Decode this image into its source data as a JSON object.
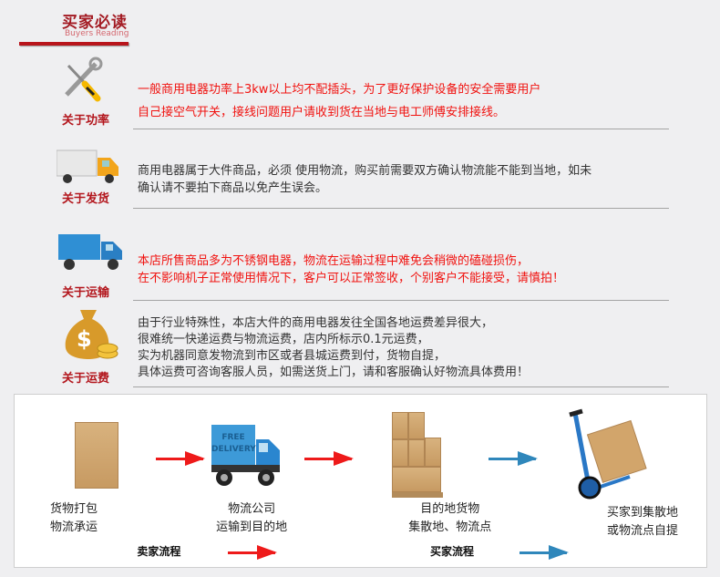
{
  "header": {
    "title": "买家必读",
    "subtitle": "Buyers Reading"
  },
  "sections": [
    {
      "label": "关于功率",
      "icon": "tools-icon",
      "lines": [
        "一般商用电器功率上3kw以上均不配插头，为了更好保护设备的安全需要用户",
        "自己接空气开关，接线问题用户请收到货在当地与电工师傅安排接线。"
      ],
      "color": "#f0120f"
    },
    {
      "label": "关于发货",
      "icon": "truck-icon",
      "lines": [
        "商用电器属于大件商品，必须 使用物流，购买前需要双方确认物流能不能到当地，如未",
        "确认请不要拍下商品以免产生误会。"
      ],
      "color": "#333333"
    },
    {
      "label": "关于运输",
      "icon": "blue-truck-icon",
      "lines": [
        "本店所售商品多为不锈钢电器，物流在运输过程中难免会稍微的磕碰损伤，",
        "在不影响机子正常使用情况下，客户可以正常签收，个别客户不能接受，请慎拍！"
      ],
      "color": "#f0120f"
    },
    {
      "label": "关于运费",
      "icon": "money-bag-icon",
      "lines": [
        "由于行业特殊性，本店大件的商用电器发往全国各地运费差异很大，",
        "很难统一快递运费与物流运费，店内所标示0.1元运费，",
        "实为机器同意发物流到市区或者县城运费到付，货物自提，",
        "具体运费可咨询客服人员，如需送货上门，请和客服确认好物流具体费用！"
      ],
      "color": "#333333"
    }
  ],
  "flow": {
    "steps": [
      {
        "lines": [
          "货物打包",
          "物流承运"
        ]
      },
      {
        "lines": [
          "物流公司",
          "运输到目的地"
        ],
        "truck_text": [
          "FREE",
          "DELIVERY"
        ]
      },
      {
        "lines": [
          "目的地货物",
          "集散地、物流点"
        ]
      },
      {
        "lines": [
          "买家到集散地",
          "或物流点自提"
        ]
      }
    ],
    "legend_seller": "卖家流程",
    "legend_buyer": "买家流程",
    "seller_color": "#ee1a1a",
    "buyer_color": "#2f87bb"
  }
}
